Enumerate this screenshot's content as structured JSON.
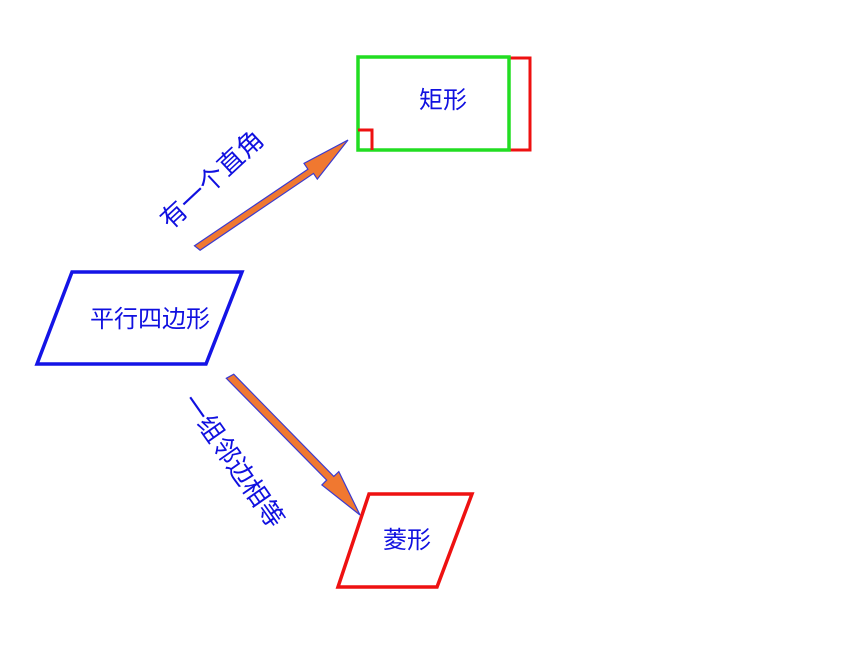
{
  "nodes": {
    "parallelogram": {
      "label": "平行四边形",
      "color": "#1414e6"
    },
    "rectangle": {
      "label": "矩形",
      "color": "#22dd22",
      "back_color": "#ee1111"
    },
    "rhombus": {
      "label": "菱形",
      "color": "#ee1111"
    }
  },
  "edges": {
    "to_rectangle": {
      "label": "有一个直角"
    },
    "to_rhombus": {
      "label": "一组邻边相等"
    }
  },
  "colors": {
    "text": "#1010e0",
    "arrow_fill": "#f07830",
    "arrow_outline": "#3a3ad0",
    "right_angle_mark": "#ee1111"
  }
}
